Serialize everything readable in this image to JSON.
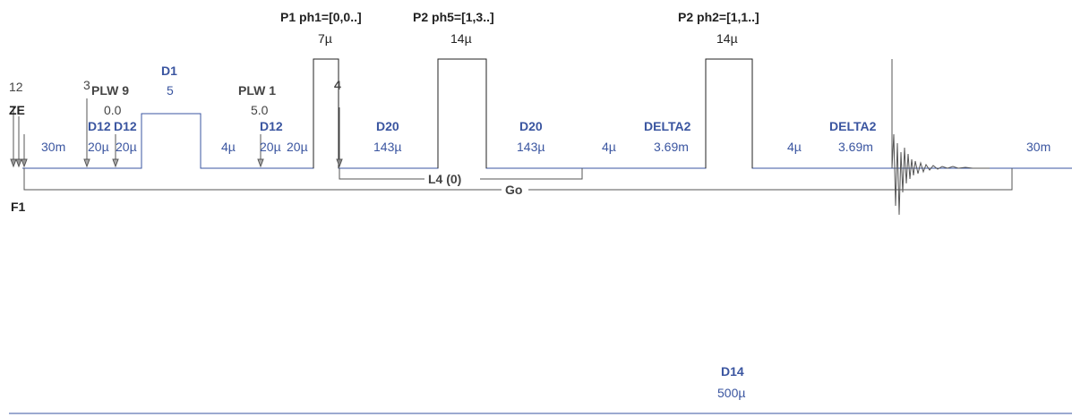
{
  "channel": "F1",
  "ze": {
    "number": "12",
    "label": "ZE"
  },
  "power_levels": [
    {
      "marker": "3",
      "name": "PLW 9",
      "value": "0.0"
    },
    {
      "name": "PLW 1",
      "value": "5.0"
    }
  ],
  "loop_marker": "4",
  "pulses": [
    {
      "name": "P1 ph1=[0,0..]",
      "duration": "7µ"
    },
    {
      "name": "P2 ph5=[1,3..]",
      "duration": "14µ"
    },
    {
      "name": "P2 ph2=[1,1..]",
      "duration": "14µ"
    }
  ],
  "delays": [
    {
      "name": "",
      "value": "30m"
    },
    {
      "name": "D12",
      "value": "20µ"
    },
    {
      "name": "D12",
      "value": "20µ"
    },
    {
      "name": "D1",
      "value": "5"
    },
    {
      "name": "",
      "value": "4µ"
    },
    {
      "name": "D12",
      "value": "20µ"
    },
    {
      "name": "",
      "value": "20µ"
    },
    {
      "name": "D20",
      "value": "143µ"
    },
    {
      "name": "D20",
      "value": "143µ"
    },
    {
      "name": "",
      "value": "4µ"
    },
    {
      "name": "DELTA2",
      "value": "3.69m"
    },
    {
      "name": "",
      "value": "4µ"
    },
    {
      "name": "DELTA2",
      "value": "3.69m"
    },
    {
      "name": "",
      "value": "30m"
    }
  ],
  "loops": [
    {
      "label": "L4 (0)"
    },
    {
      "label": "Go"
    }
  ],
  "bottom_delay": {
    "name": "D14",
    "value": "500µ"
  },
  "colors": {
    "baseline": "#3a55a0",
    "labels_blue": "#3a55a0",
    "pulse": "#222222",
    "fid": "#555555"
  }
}
